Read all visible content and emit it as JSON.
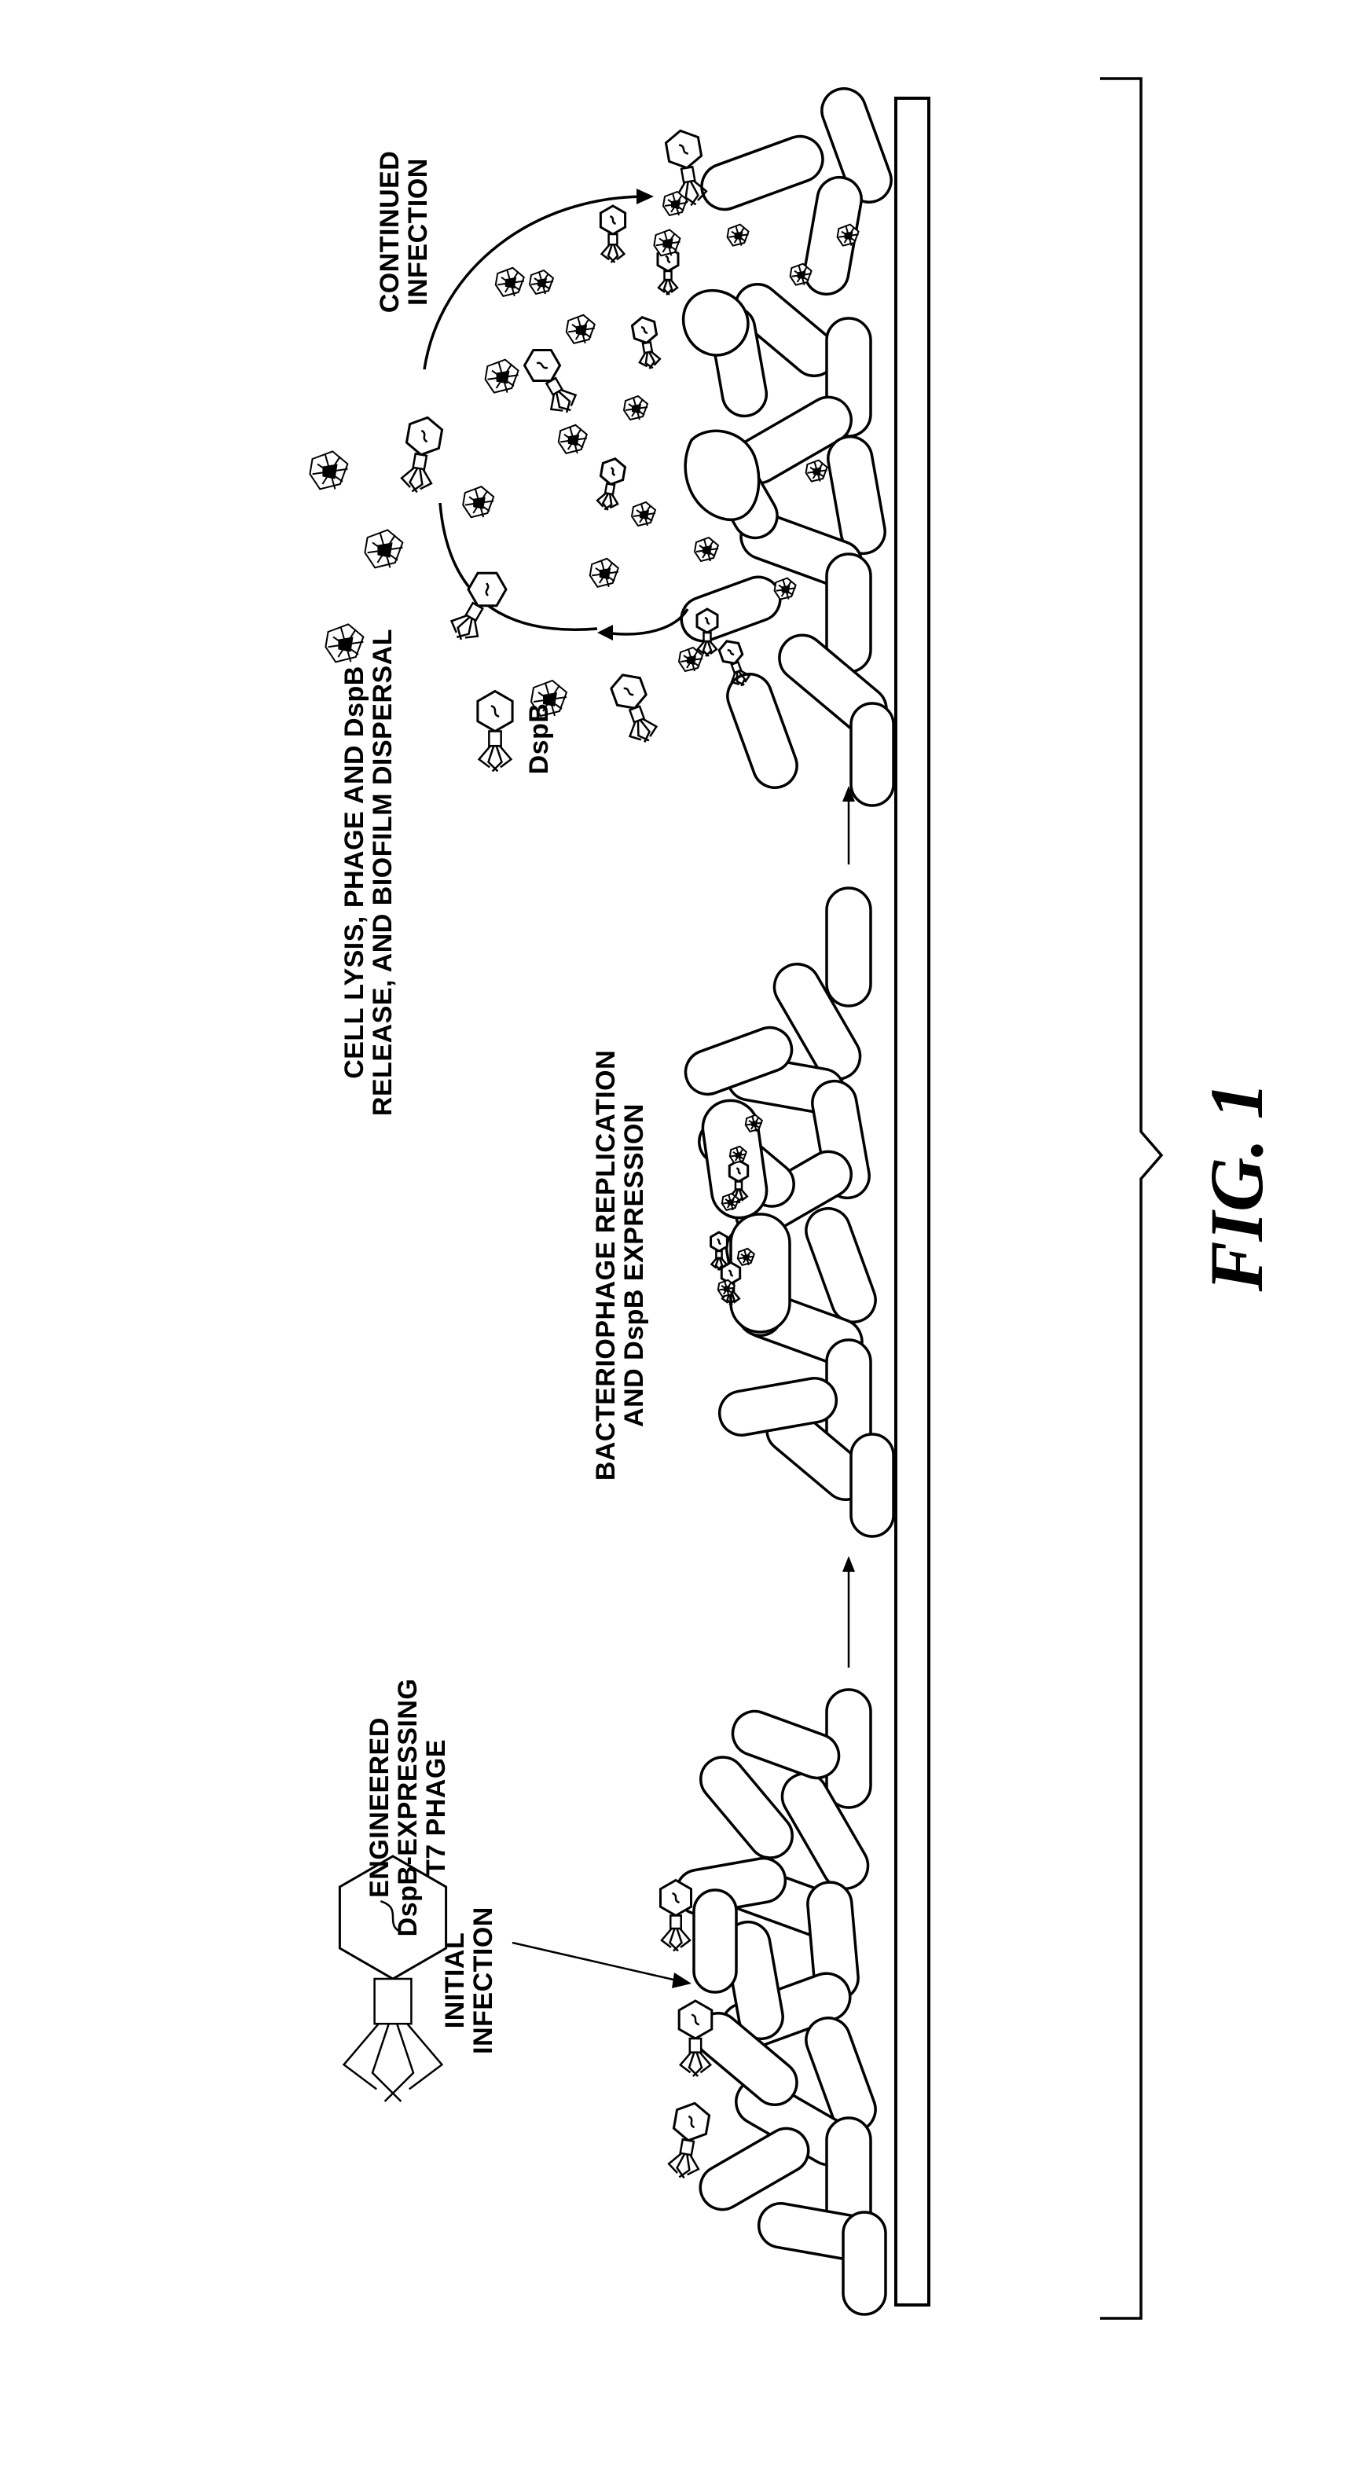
{
  "diagram": {
    "figure_label": "FIG. 1",
    "labels": {
      "engineered_phage": [
        "ENGINEERED",
        "DspB-EXPRESSING",
        "T7 PHAGE"
      ],
      "initial_infection": [
        "INITIAL",
        "INFECTION"
      ],
      "replication": [
        "BACTERIOPHAGE REPLICATION",
        "AND DspB EXPRESSION"
      ],
      "lysis": [
        "CELL LYSIS, PHAGE AND DspB",
        "RELEASE, AND BIOFILM DISPERSAL"
      ],
      "dspb": "DspB",
      "continued_infection": [
        "CONTINUED",
        "INFECTION"
      ]
    }
  }
}
